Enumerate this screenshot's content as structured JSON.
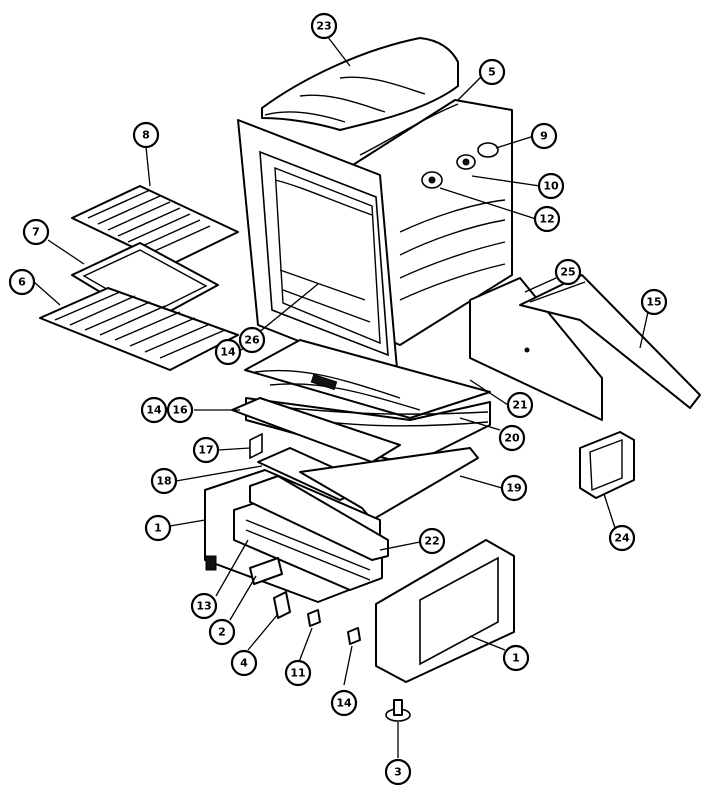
{
  "diagram": {
    "callouts": [
      {
        "key": "c23",
        "label": "23"
      },
      {
        "key": "c5",
        "label": "5"
      },
      {
        "key": "c9",
        "label": "9"
      },
      {
        "key": "c10",
        "label": "10"
      },
      {
        "key": "c12",
        "label": "12"
      },
      {
        "key": "c8",
        "label": "8"
      },
      {
        "key": "c7",
        "label": "7"
      },
      {
        "key": "c6",
        "label": "6"
      },
      {
        "key": "c25",
        "label": "25"
      },
      {
        "key": "c15",
        "label": "15"
      },
      {
        "key": "c26",
        "label": "26"
      },
      {
        "key": "c14a",
        "label": "14"
      },
      {
        "key": "c21",
        "label": "21"
      },
      {
        "key": "c14b",
        "label": "14"
      },
      {
        "key": "c16",
        "label": "16"
      },
      {
        "key": "c20",
        "label": "20"
      },
      {
        "key": "c17",
        "label": "17"
      },
      {
        "key": "c18",
        "label": "18"
      },
      {
        "key": "c19",
        "label": "19"
      },
      {
        "key": "c24",
        "label": "24"
      },
      {
        "key": "c1a",
        "label": "1"
      },
      {
        "key": "c22",
        "label": "22"
      },
      {
        "key": "c13",
        "label": "13"
      },
      {
        "key": "c2",
        "label": "2"
      },
      {
        "key": "c1b",
        "label": "1"
      },
      {
        "key": "c4",
        "label": "4"
      },
      {
        "key": "c11",
        "label": "11"
      },
      {
        "key": "c14c",
        "label": "14"
      },
      {
        "key": "c3",
        "label": "3"
      }
    ]
  }
}
